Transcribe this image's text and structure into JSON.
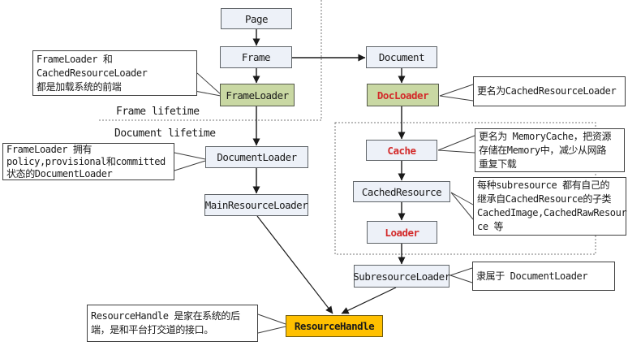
{
  "colors": {
    "node_fill": "#edf1f8",
    "node_border": "#5f6468",
    "green_fill": "#c9d8a3",
    "orange_fill": "#ffc000",
    "red_text": "#d32a2a",
    "line_color": "#1a1a1a"
  },
  "nodes": {
    "page": {
      "label": "Page"
    },
    "frame": {
      "label": "Frame"
    },
    "frameloader": {
      "label": "FrameLoader"
    },
    "document": {
      "label": "Document"
    },
    "docloader": {
      "label": "DocLoader"
    },
    "documentloader": {
      "label": "DocumentLoader"
    },
    "mainresourceloader": {
      "label": "MainResourceLoader"
    },
    "cache": {
      "label": "Cache"
    },
    "cachedresource": {
      "label": "CachedResource"
    },
    "loader": {
      "label": "Loader"
    },
    "subresourceloader": {
      "label": "SubresourceLoader"
    },
    "resourcehandle": {
      "label": "ResourceHandle"
    }
  },
  "region_labels": {
    "frame_lifetime": "Frame lifetime",
    "document_lifetime": "Document lifetime"
  },
  "annotations": {
    "frameloader_note": "FrameLoader 和\nCachedResourceLoader\n都是加载系统的前端",
    "docloader_note": "更名为CachedResourceLoader",
    "documentloader_note": "FrameLoader 拥有\npolicy,provisional和committed\n状态的DocumentLoader",
    "cache_note": "更名为 MemoryCache，把资源\n存储在Memory中，减少从网路\n重复下载",
    "cachedresource_note": "每种subresource 都有自己的\n继承自CachedResource的子类\nCachedImage,CachedRawResour\nce 等",
    "subresourceloader_note": "隶属于 DocumentLoader",
    "resourcehandle_note": "ResourceHandle 是家在系统的后\n端，是和平台打交道的接口。"
  }
}
